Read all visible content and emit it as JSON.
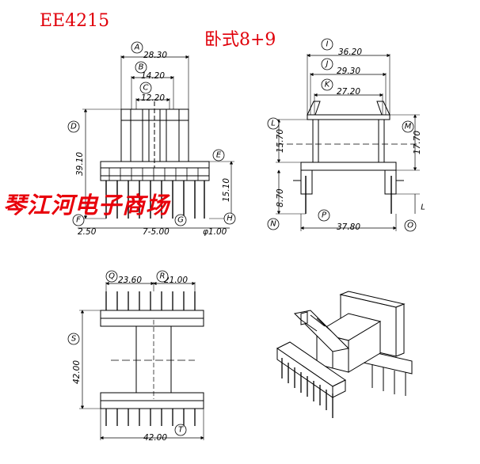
{
  "header": {
    "model": "EE4215",
    "type_label": "卧式8+9"
  },
  "watermark": "琴江河电子商场",
  "dimensions": {
    "A": "28.30",
    "B": "14.20",
    "C": "12.20",
    "D": "39.10",
    "E": "15.10",
    "F": "2.50",
    "G": "7-5.00",
    "H": "φ1.00",
    "I": "36.20",
    "J": "29.30",
    "K": "27.20",
    "L": "15.70",
    "M": "17.70",
    "N": "8.70",
    "P": "37.80",
    "O": "",
    "Q": "23.60",
    "R": "21.00",
    "S": "42.00",
    "T": "42.00"
  },
  "labels": {
    "A": "A",
    "B": "B",
    "C": "C",
    "D": "D",
    "E": "E",
    "F": "F",
    "G": "G",
    "H": "H",
    "I": "I",
    "J": "J",
    "K": "K",
    "L": "L",
    "M": "M",
    "N": "N",
    "O": "O",
    "P": "P",
    "Q": "Q",
    "R": "R",
    "S": "S",
    "T": "T",
    "L2": "L"
  }
}
